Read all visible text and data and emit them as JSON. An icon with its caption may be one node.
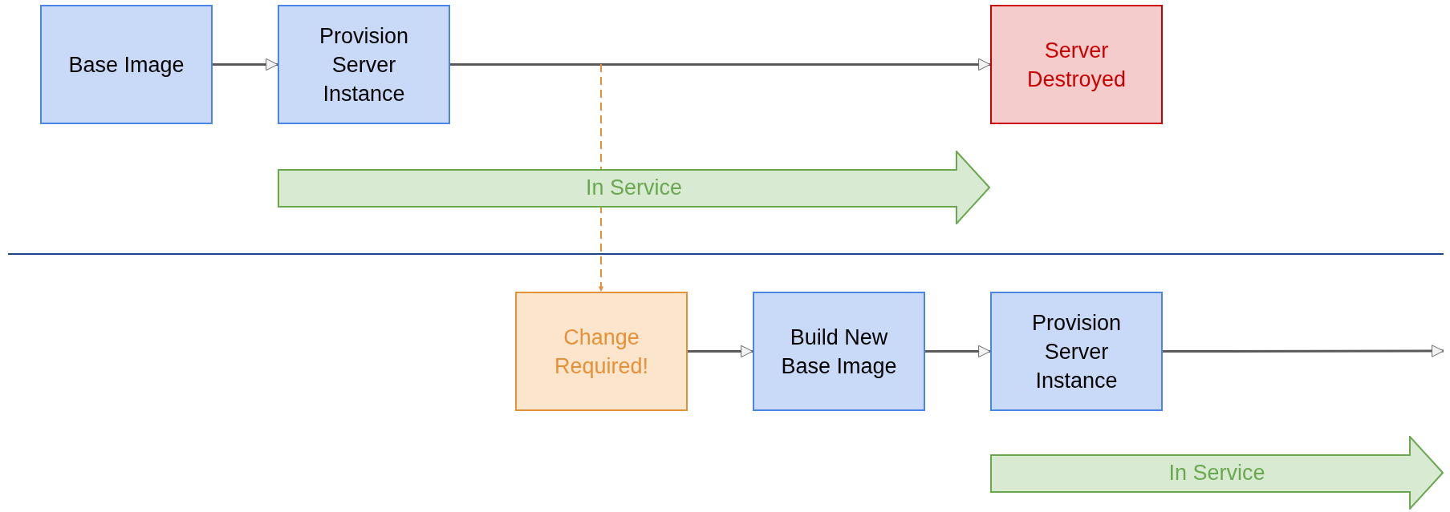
{
  "diagram": {
    "nodes": [
      {
        "text": [
          "Base Image"
        ]
      },
      {
        "text": [
          "Provision Server Instance"
        ]
      },
      {
        "text": [
          "Server Destroyed"
        ]
      },
      {
        "text": [
          "In Service"
        ]
      },
      {
        "text": [
          "Change Required!"
        ]
      },
      {
        "text": [
          "Build New Base Image"
        ]
      },
      {
        "text": [
          "Provision Server Instance"
        ]
      },
      {
        "text": [
          "In Service"
        ]
      }
    ],
    "edges": [
      {
        "from": 0,
        "to": 1,
        "arrow": "to"
      },
      {
        "from": 1,
        "to": 2,
        "arrow": "to"
      },
      {
        "from": null,
        "to": 4,
        "arrow": "to",
        "style": "dashed",
        "color": "#e69138"
      },
      {
        "from": 4,
        "to": 5,
        "arrow": "to"
      },
      {
        "from": 5,
        "to": 6,
        "arrow": "to"
      },
      {
        "from": 6,
        "to": null,
        "arrow": "to"
      }
    ]
  }
}
